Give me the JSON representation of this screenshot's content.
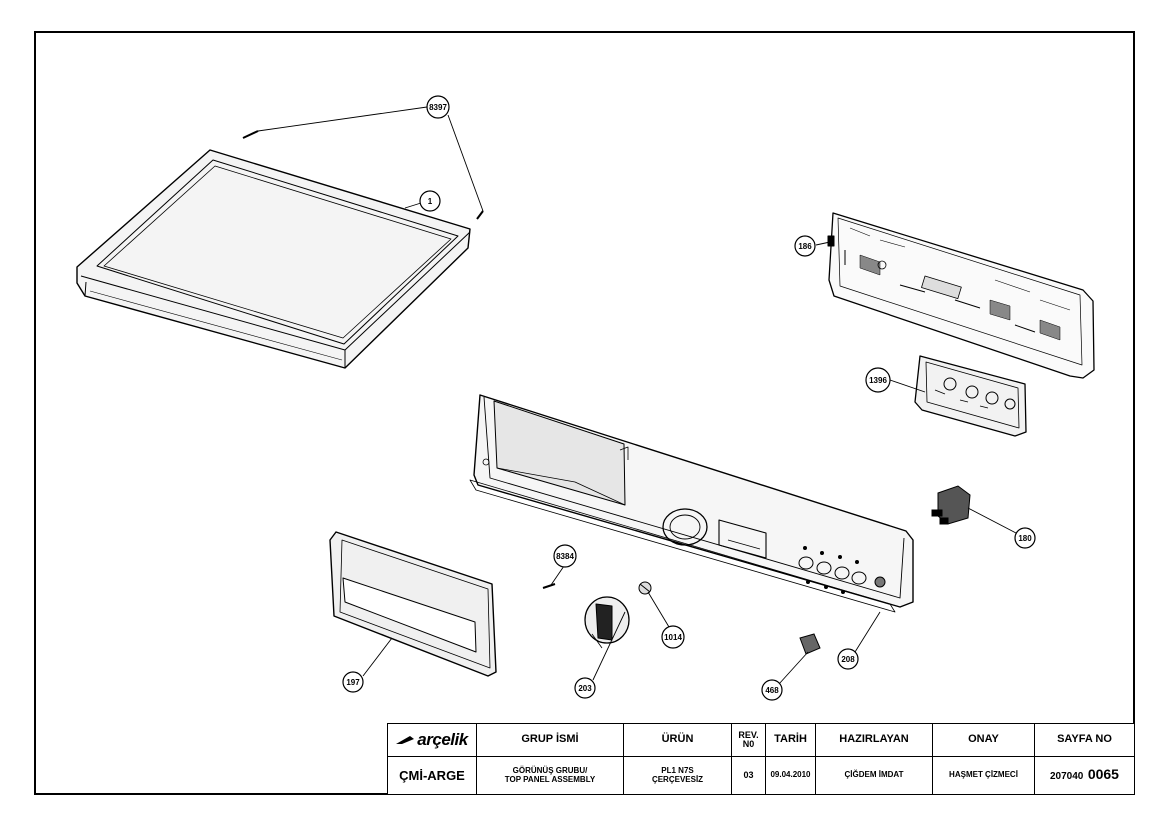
{
  "callouts": {
    "c8397": "8397",
    "c1": "1",
    "c186": "186",
    "c1396": "1396",
    "c180": "180",
    "c8384": "8384",
    "c1014": "1014",
    "c197": "197",
    "c203": "203",
    "c468": "468",
    "c208": "208"
  },
  "title_block": {
    "brand": "arçelik",
    "headers": {
      "group_name": "GRUP İSMİ",
      "product": "ÜRÜN",
      "rev": "REV. N0",
      "date": "TARİH",
      "prepared_by": "HAZIRLAYAN",
      "approval": "ONAY",
      "sheet_no": "SAYFA NO"
    },
    "values": {
      "department": "ÇMİ-ARGE",
      "group_name_line1": "GÖRÜNÜŞ GRUBU/",
      "group_name_line2": "TOP PANEL ASSEMBLY",
      "product_line1": "PL1 N7S",
      "product_line2": "ÇERÇEVESİZ",
      "rev": "03",
      "date": "09.04.2010",
      "prepared_by": "ÇİĞDEM İMDAT",
      "approval": "HAŞMET ÇİZMECİ",
      "sheet_no_prefix": "207040",
      "sheet_no_suffix": "0065"
    }
  },
  "colors": {
    "line": "#000000",
    "paper": "#ffffff",
    "shade": "#cfcfcf"
  }
}
